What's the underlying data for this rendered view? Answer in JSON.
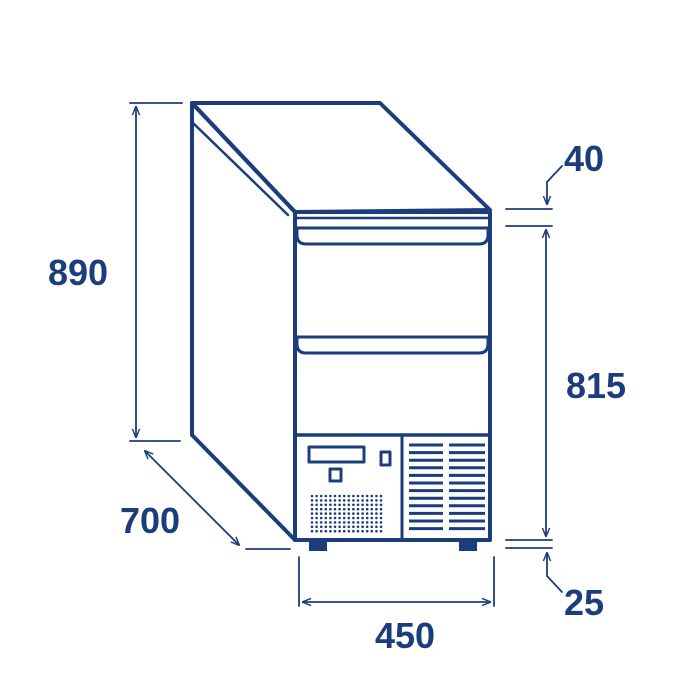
{
  "colors": {
    "outline": "#1b3d7c",
    "background": "#ffffff"
  },
  "dimensions": {
    "height_total": "890",
    "depth": "700",
    "width": "450",
    "top_thickness": "40",
    "body_height": "815",
    "foot_height": "25"
  }
}
